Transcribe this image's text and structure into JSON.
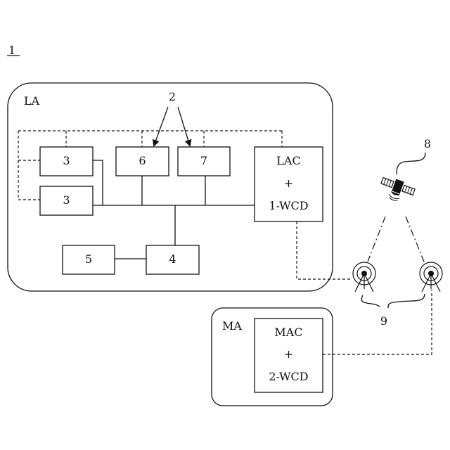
{
  "figure_number": "1",
  "areas": {
    "la": {
      "label": "LA"
    },
    "ma": {
      "label": "MA"
    }
  },
  "boxes": {
    "box3_top": "3",
    "box3_bottom": "3",
    "box6": "6",
    "box7": "7",
    "box5": "5",
    "box4": "4",
    "lac": [
      "LAC",
      "+",
      "1-WCD"
    ],
    "mac": [
      "MAC",
      "+",
      "2-WCD"
    ]
  },
  "callouts": {
    "ref2": "2",
    "ref8": "8",
    "ref9": "9"
  },
  "icons": {
    "satellite": "satellite-icon",
    "antenna": "antenna-icon"
  }
}
